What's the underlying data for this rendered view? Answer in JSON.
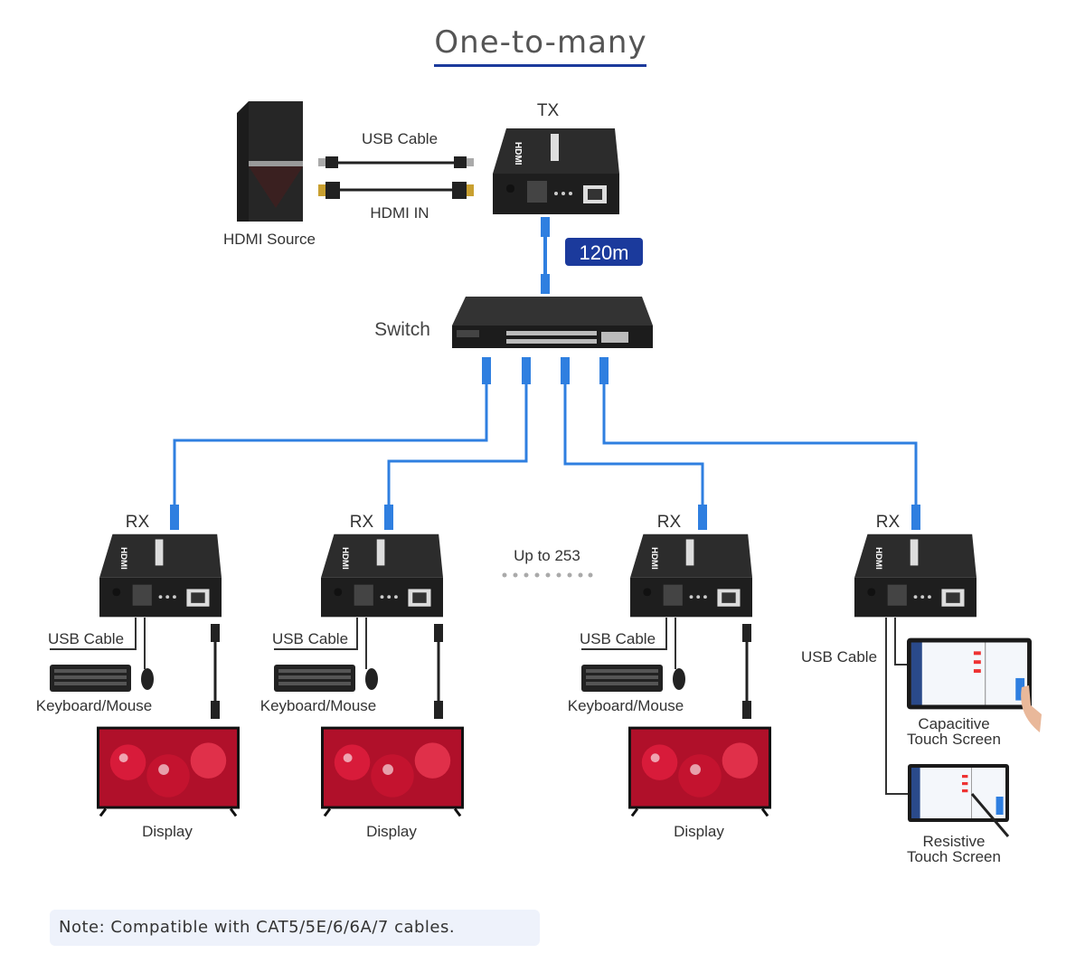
{
  "title": "One-to-many",
  "source": {
    "label": "HDMI Source"
  },
  "cables": {
    "usb": "USB Cable",
    "hdmi_in": "HDMI IN"
  },
  "tx": {
    "label": "TX"
  },
  "distance": "120m",
  "switch": {
    "label": "Switch"
  },
  "receivers": [
    {
      "label": "RX",
      "usb_label": "USB Cable",
      "input_label": "Keyboard/Mouse",
      "display_label": "Display"
    },
    {
      "label": "RX",
      "usb_label": "USB Cable",
      "input_label": "Keyboard/Mouse",
      "display_label": "Display"
    },
    {
      "label": "RX",
      "usb_label": "USB Cable",
      "input_label": "Keyboard/Mouse",
      "display_label": "Display"
    },
    {
      "label": "RX",
      "usb_label": "USB Cable",
      "touch1_line1": "Capacitive",
      "touch1_line2": "Touch Screen",
      "touch2_line1": "Resistive",
      "touch2_line2": "Touch Screen"
    }
  ],
  "up_to": "Up to 253",
  "note": "Note: Compatible with CAT5/5E/6/6A/7 cables.",
  "colors": {
    "accent": "#1b3a9c",
    "network_cable": "#2f7fe0",
    "device": "#2a2a2a"
  }
}
